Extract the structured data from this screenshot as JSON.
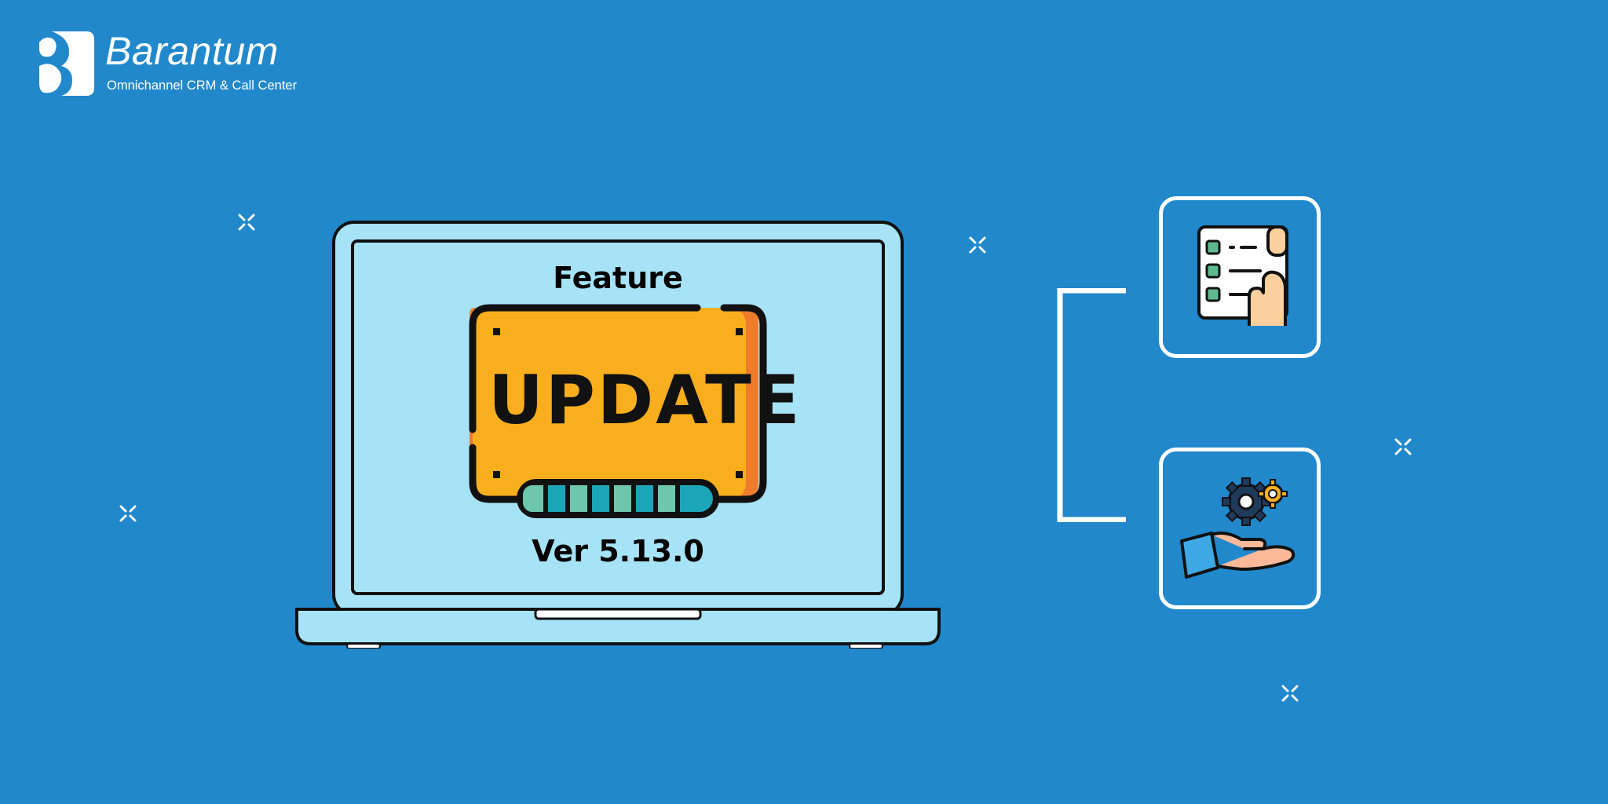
{
  "brand": {
    "name": "Barantum",
    "tagline": "Omnichannel CRM & Call Center"
  },
  "screen": {
    "feature_label": "Feature",
    "update_label": "UPDATE",
    "version_label": "Ver 5.13.0"
  },
  "icons": {
    "logo": "barantum-logo-icon",
    "checklist": "checklist-document-icon",
    "service": "hand-gears-service-icon",
    "sparkle": "sparkle-cross-icon"
  },
  "colors": {
    "background": "#2188CC",
    "screen": "#A6E3F7",
    "update_board": "#F8AE1D",
    "progress_teal": "#1AA6B7",
    "progress_mint": "#6CC7AB"
  }
}
